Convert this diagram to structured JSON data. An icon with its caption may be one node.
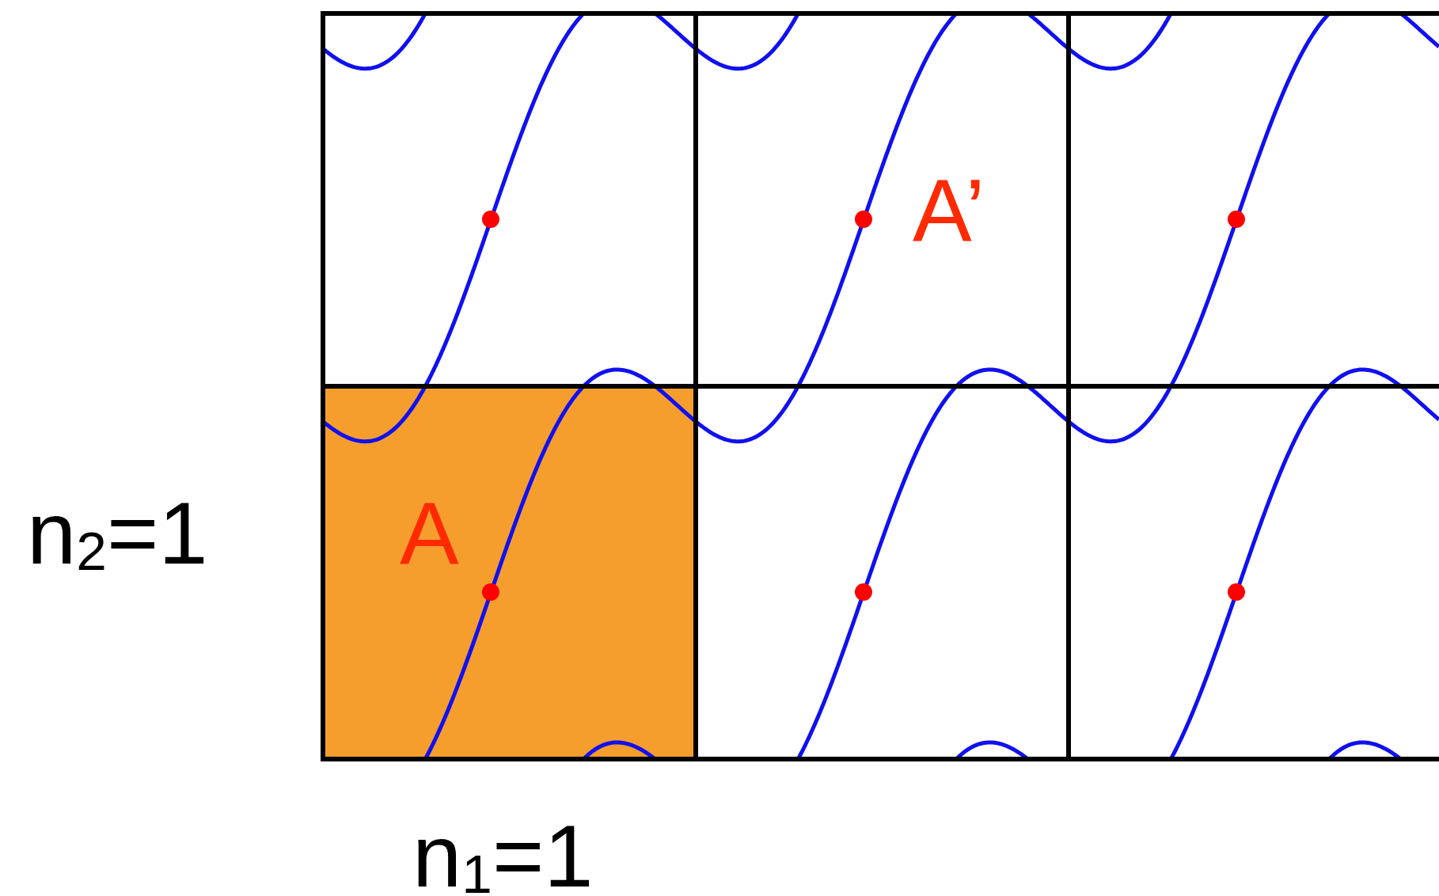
{
  "diagram": {
    "labels": [
      "A’",
      "n$_{2}$=1",
      "A",
      "n$_{1}$=1"
    ]
  }
}
